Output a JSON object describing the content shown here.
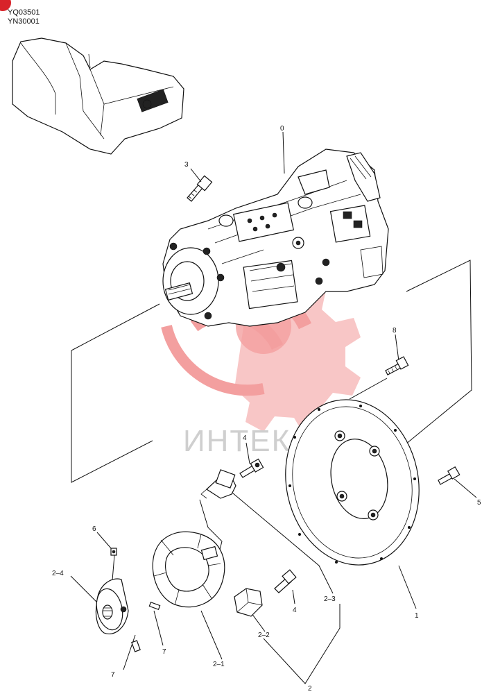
{
  "header": {
    "code_1": "YQ03501",
    "code_2": "YN30001"
  },
  "watermark": {
    "text": "ИНТЕК",
    "color": "#f08080"
  },
  "callouts": {
    "c0": "0",
    "c3": "3",
    "c8": "8",
    "c4a": "4",
    "c5": "5",
    "c6": "6",
    "c2_4": "2–4",
    "c2_3": "2–3",
    "c1": "1",
    "c4b": "4",
    "c7a": "7",
    "c2_2": "2–2",
    "c2_1": "2–1",
    "c7b": "7",
    "c2": "2"
  },
  "colors": {
    "accent": "#d8232a",
    "line": "#111111"
  }
}
